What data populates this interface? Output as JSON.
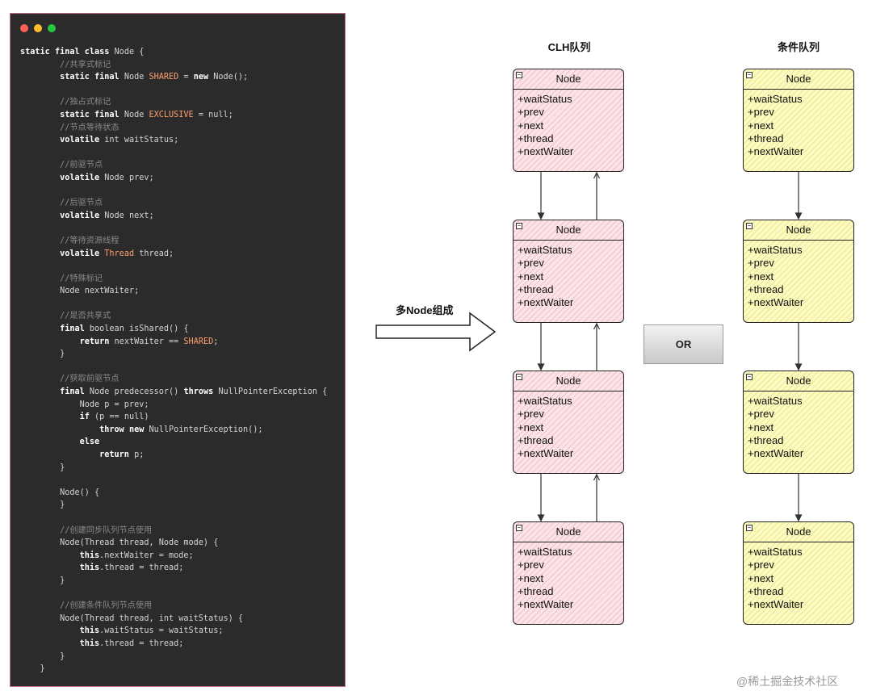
{
  "code": {
    "lines": [
      [
        [
          "k",
          "static final class "
        ],
        [
          "p",
          "Node {"
        ]
      ],
      [
        [
          "p",
          "        "
        ],
        [
          "c",
          "//共享式标记"
        ]
      ],
      [
        [
          "p",
          "        "
        ],
        [
          "k",
          "static final "
        ],
        [
          "p",
          "Node "
        ],
        [
          "t",
          "SHARED"
        ],
        [
          "p",
          " = "
        ],
        [
          "k",
          "new "
        ],
        [
          "p",
          "Node();"
        ]
      ],
      [],
      [
        [
          "p",
          "        "
        ],
        [
          "c",
          "//独占式标记"
        ]
      ],
      [
        [
          "p",
          "        "
        ],
        [
          "k",
          "static final "
        ],
        [
          "p",
          "Node "
        ],
        [
          "t",
          "EXCLUSIVE"
        ],
        [
          "p",
          " = null;"
        ]
      ],
      [
        [
          "p",
          "        "
        ],
        [
          "c",
          "//节点等待状态"
        ]
      ],
      [
        [
          "p",
          "        "
        ],
        [
          "k",
          "volatile "
        ],
        [
          "p",
          "int waitStatus;"
        ]
      ],
      [],
      [
        [
          "p",
          "        "
        ],
        [
          "c",
          "//前驱节点"
        ]
      ],
      [
        [
          "p",
          "        "
        ],
        [
          "k",
          "volatile "
        ],
        [
          "p",
          "Node prev;"
        ]
      ],
      [],
      [
        [
          "p",
          "        "
        ],
        [
          "c",
          "//后驱节点"
        ]
      ],
      [
        [
          "p",
          "        "
        ],
        [
          "k",
          "volatile "
        ],
        [
          "p",
          "Node next;"
        ]
      ],
      [],
      [
        [
          "p",
          "        "
        ],
        [
          "c",
          "//等待资源线程"
        ]
      ],
      [
        [
          "p",
          "        "
        ],
        [
          "k",
          "volatile "
        ],
        [
          "t",
          "Thread"
        ],
        [
          "p",
          " thread;"
        ]
      ],
      [],
      [
        [
          "p",
          "        "
        ],
        [
          "c",
          "//特殊标记"
        ]
      ],
      [
        [
          "p",
          "        Node nextWaiter;"
        ]
      ],
      [],
      [
        [
          "p",
          "        "
        ],
        [
          "c",
          "//是否共享式"
        ]
      ],
      [
        [
          "p",
          "        "
        ],
        [
          "k",
          "final "
        ],
        [
          "p",
          "boolean isShared() {"
        ]
      ],
      [
        [
          "p",
          "            "
        ],
        [
          "k",
          "return "
        ],
        [
          "p",
          "nextWaiter == "
        ],
        [
          "t",
          "SHARED"
        ],
        [
          "p",
          ";"
        ]
      ],
      [
        [
          "p",
          "        }"
        ]
      ],
      [],
      [
        [
          "p",
          "        "
        ],
        [
          "c",
          "//获取前驱节点"
        ]
      ],
      [
        [
          "p",
          "        "
        ],
        [
          "k",
          "final "
        ],
        [
          "p",
          "Node predecessor() "
        ],
        [
          "k",
          "throws "
        ],
        [
          "p",
          "NullPointerException {"
        ]
      ],
      [
        [
          "p",
          "            Node p = prev;"
        ]
      ],
      [
        [
          "p",
          "            "
        ],
        [
          "k",
          "if "
        ],
        [
          "p",
          "(p == null)"
        ]
      ],
      [
        [
          "p",
          "                "
        ],
        [
          "k",
          "throw new "
        ],
        [
          "p",
          "NullPointerException();"
        ]
      ],
      [
        [
          "p",
          "            "
        ],
        [
          "k",
          "else"
        ]
      ],
      [
        [
          "p",
          "                "
        ],
        [
          "k",
          "return "
        ],
        [
          "p",
          "p;"
        ]
      ],
      [
        [
          "p",
          "        }"
        ]
      ],
      [],
      [
        [
          "p",
          "        Node() {"
        ]
      ],
      [
        [
          "p",
          "        }"
        ]
      ],
      [],
      [
        [
          "p",
          "        "
        ],
        [
          "c",
          "//创建同步队列节点使用"
        ]
      ],
      [
        [
          "p",
          "        Node(Thread thread, Node mode) {"
        ]
      ],
      [
        [
          "p",
          "            "
        ],
        [
          "k",
          "this"
        ],
        [
          "p",
          ".nextWaiter = mode;"
        ]
      ],
      [
        [
          "p",
          "            "
        ],
        [
          "k",
          "this"
        ],
        [
          "p",
          ".thread = thread;"
        ]
      ],
      [
        [
          "p",
          "        }"
        ]
      ],
      [],
      [
        [
          "p",
          "        "
        ],
        [
          "c",
          "//创建条件队列节点使用"
        ]
      ],
      [
        [
          "p",
          "        Node(Thread thread, int waitStatus) {"
        ]
      ],
      [
        [
          "p",
          "            "
        ],
        [
          "k",
          "this"
        ],
        [
          "p",
          ".waitStatus = waitStatus;"
        ]
      ],
      [
        [
          "p",
          "            "
        ],
        [
          "k",
          "this"
        ],
        [
          "p",
          ".thread = thread;"
        ]
      ],
      [
        [
          "p",
          "        }"
        ]
      ],
      [
        [
          "p",
          "    }"
        ]
      ]
    ]
  },
  "window_dots": [
    {
      "name": "close-dot",
      "color": "#ff5f56"
    },
    {
      "name": "minimize-dot",
      "color": "#ffbd2e"
    },
    {
      "name": "maximize-dot",
      "color": "#27c93f"
    }
  ],
  "arrow_label": "多Node组成",
  "or_label": "OR",
  "clh_title": "CLH队列",
  "condition_title": "条件队列",
  "node": {
    "title": "Node",
    "fields": [
      "+waitStatus",
      "+prev",
      "+next",
      "+thread",
      "+nextWaiter"
    ]
  },
  "colors": {
    "clh_fill": "#fbe4e8",
    "condition_fill": "#fdfbc4",
    "code_bg": "#2b2b2b",
    "code_border": "#c26a86"
  },
  "watermark": "@稀土掘金技术社区"
}
